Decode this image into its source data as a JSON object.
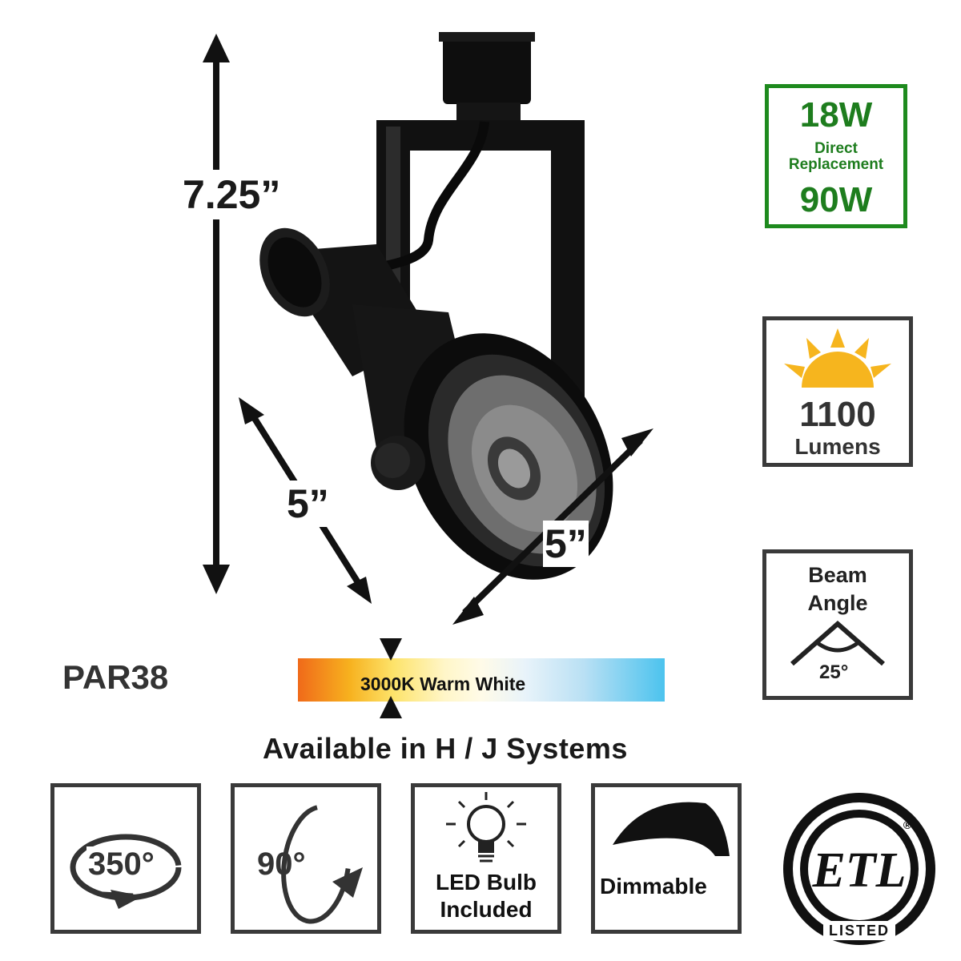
{
  "dimensions": {
    "height_label": "7.25”",
    "depth_label": "5”",
    "width_label": "5”"
  },
  "wattage": {
    "watts": "18W",
    "line1": "Direct",
    "line2": "Replacement",
    "equivalent": "90W",
    "color": "#1e8a1e"
  },
  "lumens": {
    "value": "1100",
    "label": "Lumens",
    "icon": "sun-icon"
  },
  "beam": {
    "title_line1": "Beam",
    "title_line2": "Angle",
    "angle": "25°",
    "icon": "beam-angle-icon"
  },
  "bulb_type": "PAR38",
  "color_temp": {
    "label": "3000K Warm White"
  },
  "systems": "Available in H / J Systems",
  "features": {
    "rotation": {
      "value": "350°",
      "icon": "rotate-icon"
    },
    "tilt": {
      "value": "90°",
      "icon": "tilt-icon"
    },
    "led": {
      "line1": "LED Bulb",
      "line2": "Included",
      "icon": "light-bulb-icon"
    },
    "dimmable": {
      "label": "Dimmable",
      "icon": "dimmer-icon"
    }
  },
  "certification": {
    "logo_text": "ETL",
    "listed": "LISTED",
    "registered": "®"
  }
}
